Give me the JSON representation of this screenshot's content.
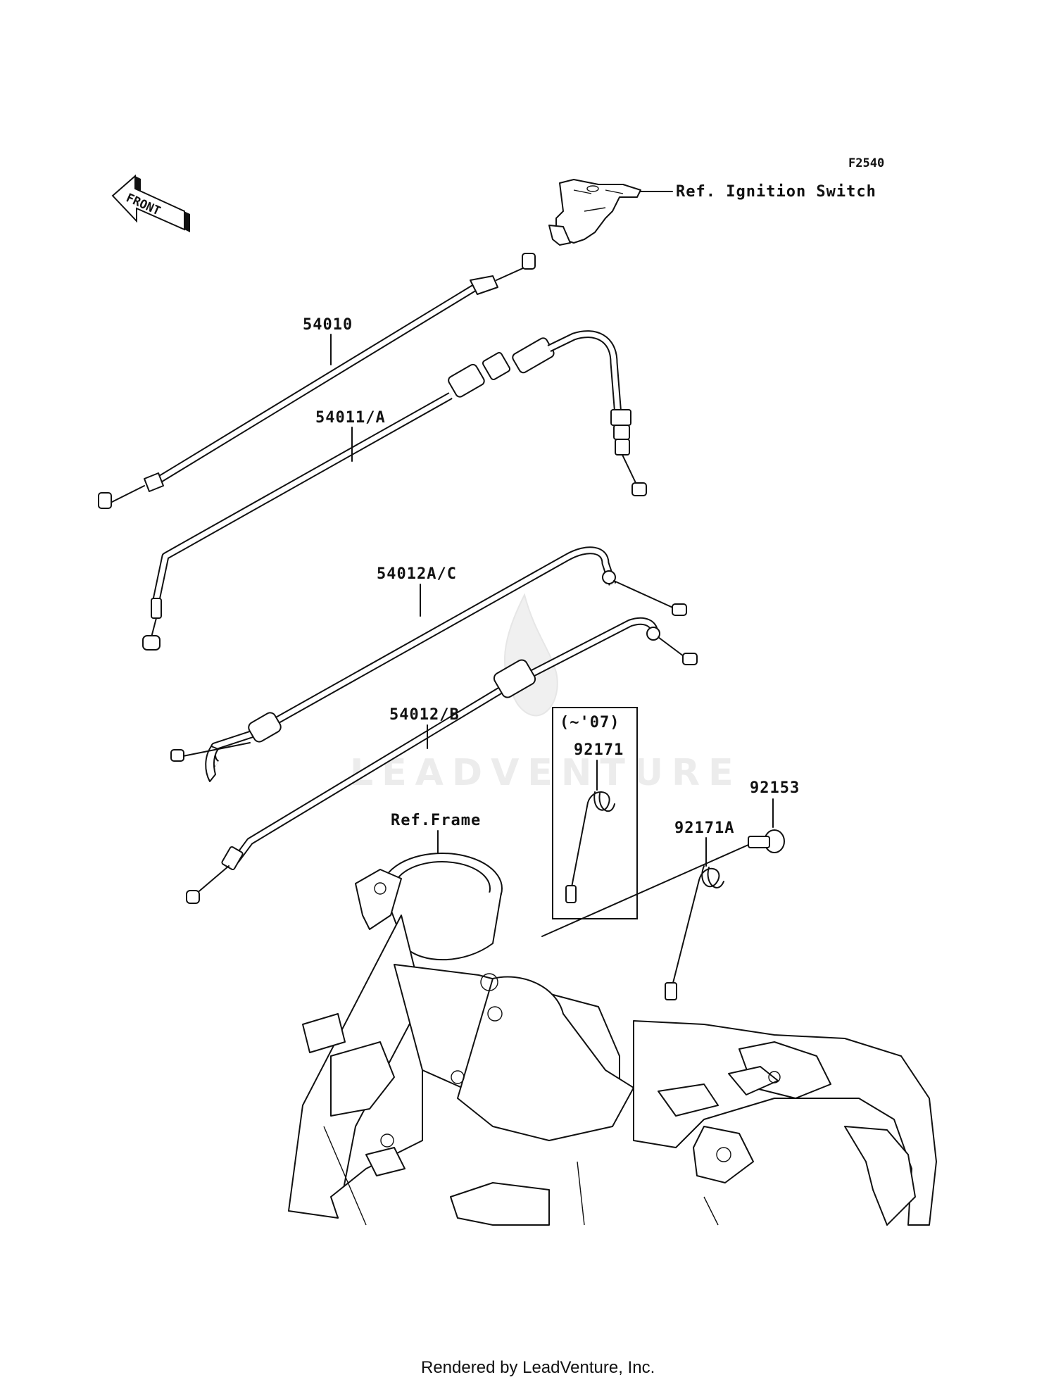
{
  "figure_code": "F2540",
  "direction_label": "FRONT",
  "parts": {
    "throttle_cable": "54010",
    "clutch_cable": "54011/A",
    "cable_accel_a": "54012A/C",
    "cable_accel_b": "54012/B",
    "clamp_early": "92171",
    "clamp": "92171A",
    "bolt": "92153"
  },
  "inset_note": "(~'07)",
  "references": {
    "ignition_switch": "Ref. Ignition Switch",
    "frame": "Ref.Frame"
  },
  "watermark": "LEADVENTURE",
  "footer": "Rendered by LeadVenture, Inc."
}
